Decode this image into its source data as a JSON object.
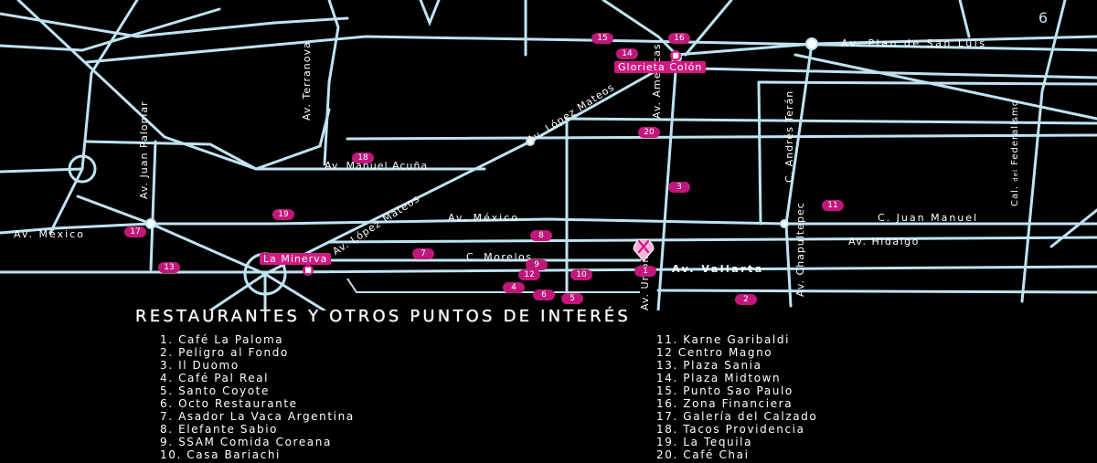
{
  "page_number": "6",
  "streets": {
    "plan_san_luis": "Av. Plan de San Luis",
    "terranova": "Av. Terranova",
    "lopez_mateos_upper": "Av. López Mateos",
    "lopez_mateos_lower": "Av. López Mateos",
    "americas": "Av. Americas",
    "juan_palomar": "Av. Juan Palomar",
    "manuel_acuna": "Av. Manuel Acuña",
    "mexico_center": "Av. México",
    "mexico_left": "Av. México",
    "andres_teran": "C. Andrés Terán",
    "federalismo_prefix": "Cal.",
    "federalismo_del": "del",
    "federalismo_name": "Federalismo",
    "juan_manuel": "C. Juan Manuel",
    "hidalgo": "Av. Hidalgo",
    "morelos": "C. Morelos",
    "vallarta": "Av. Vallarta",
    "chapultepec": "Av. Chapultepec",
    "union": "Av. Unión"
  },
  "places": {
    "glorieta_colon": "Glorieta Colón",
    "la_minerva": "La Minerva"
  },
  "markers": [
    "1",
    "2",
    "3",
    "4",
    "5",
    "6",
    "7",
    "8",
    "9",
    "10",
    "11",
    "12",
    "13",
    "14",
    "15",
    "16",
    "17",
    "18",
    "19",
    "20"
  ],
  "legend": {
    "title": "RESTAURANTES Y OTROS PUNTOS DE INTERÉS",
    "left": [
      "1.  Café La Paloma",
      "2.  Peligro al Fondo",
      "3.  Il Duomo",
      "4.  Café Pal Real",
      "5.  Santo Coyote",
      "6.  Octo Restaurante",
      "7.  Asador La Vaca Argentina",
      "8.  Elefante Sabio",
      "9.  SSAM Comida Coreana",
      "10.  Casa Bariachi"
    ],
    "right": [
      "11.  Karne Garibaldi",
      "12  Centro Magno",
      "13.  Plaza Sania",
      "14.  Plaza Midtown",
      "15.  Punto Sao Paulo",
      "16.  Zona Financiera",
      "17.  Galería del Calzado",
      "18.  Tacos Providencia",
      "19.  La Tequila",
      "20. Café Chai"
    ]
  },
  "colors": {
    "road": "#bfe3f2",
    "marker": "#c0187a",
    "place": "#d01a82",
    "background": "#000000"
  },
  "icons": {
    "monument": "monument-icon",
    "pin": "location-pin-icon"
  }
}
